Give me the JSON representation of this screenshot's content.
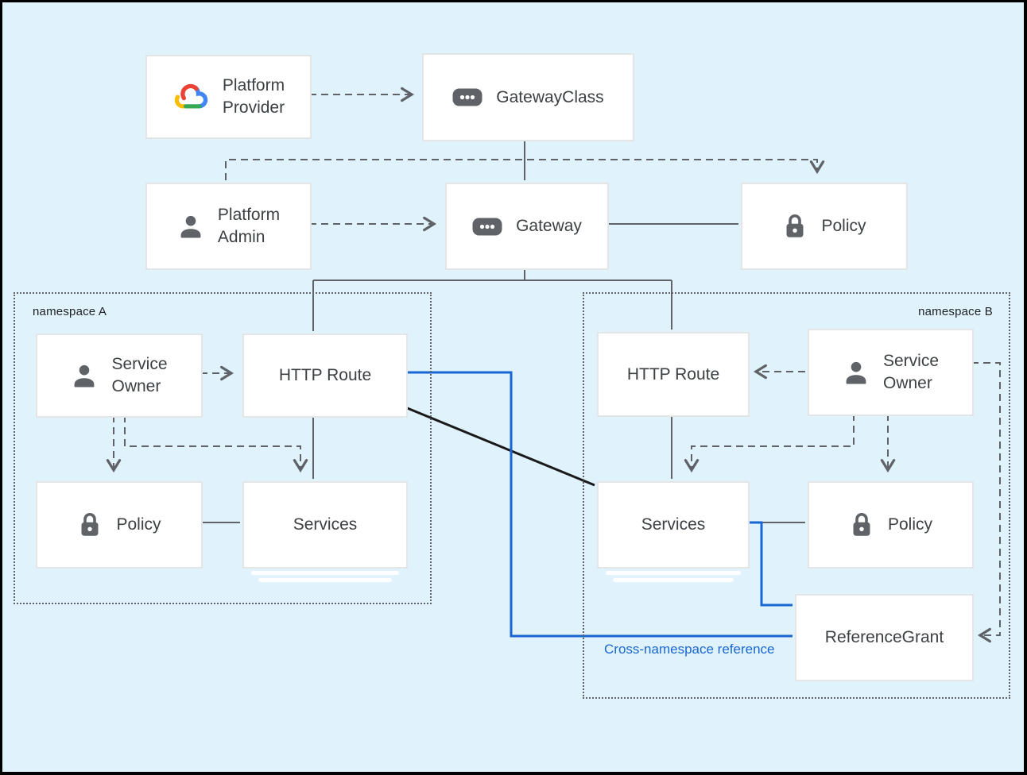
{
  "colors": {
    "background": "#e0f2fc",
    "frame": "#000000",
    "node_fill": "#ffffff",
    "node_border": "#e4e6e6",
    "text": "#3c4043",
    "connector_gray": "#5f6368",
    "connector_black": "#1a1a1a",
    "accent_blue": "#1967d2",
    "icon_gray": "#5f6368",
    "logo_red": "#ea4335",
    "logo_blue": "#4285f4",
    "logo_yellow": "#fbbc05",
    "logo_green": "#34a853"
  },
  "namespaces": {
    "a": {
      "label": "namespace A"
    },
    "b": {
      "label": "namespace B"
    }
  },
  "nodes": {
    "platform_provider": {
      "label": "Platform Provider",
      "icon": "google-cloud-logo"
    },
    "gateway_class": {
      "label": "GatewayClass",
      "icon": "resource-pill"
    },
    "platform_admin": {
      "label": "Platform Admin",
      "icon": "person"
    },
    "gateway": {
      "label": "Gateway",
      "icon": "resource-pill"
    },
    "policy_root": {
      "label": "Policy",
      "icon": "lock"
    },
    "service_owner_a": {
      "label": "Service Owner",
      "icon": "person"
    },
    "http_route_a": {
      "label": "HTTP Route"
    },
    "policy_a": {
      "label": "Policy",
      "icon": "lock"
    },
    "services_a": {
      "label": "Services"
    },
    "http_route_b": {
      "label": "HTTP Route"
    },
    "service_owner_b": {
      "label": "Service Owner",
      "icon": "person"
    },
    "services_b": {
      "label": "Services"
    },
    "policy_b": {
      "label": "Policy",
      "icon": "lock"
    },
    "reference_grant": {
      "label": "ReferenceGrant"
    }
  },
  "annotations": {
    "cross_namespace_reference": "Cross-namespace reference"
  },
  "edges": [
    {
      "from": "platform_provider",
      "to": "gateway_class",
      "style": "dashed-arrow"
    },
    {
      "from": "gateway_class",
      "to": "gateway",
      "style": "solid"
    },
    {
      "from": "platform_admin",
      "to": "gateway",
      "style": "dashed-arrow"
    },
    {
      "from": "platform_admin",
      "to": "policy_root",
      "style": "dashed-arrow"
    },
    {
      "from": "gateway",
      "to": "policy_root",
      "style": "solid"
    },
    {
      "from": "gateway",
      "to": "http_route_a",
      "style": "solid"
    },
    {
      "from": "gateway",
      "to": "http_route_b",
      "style": "solid"
    },
    {
      "from": "service_owner_a",
      "to": "http_route_a",
      "style": "dashed-arrow"
    },
    {
      "from": "service_owner_a",
      "to": "policy_a",
      "style": "dashed-arrow"
    },
    {
      "from": "service_owner_a",
      "to": "services_a",
      "style": "dashed-arrow"
    },
    {
      "from": "http_route_a",
      "to": "services_a",
      "style": "solid"
    },
    {
      "from": "policy_a",
      "to": "services_a",
      "style": "solid"
    },
    {
      "from": "service_owner_b",
      "to": "http_route_b",
      "style": "dashed-arrow"
    },
    {
      "from": "service_owner_b",
      "to": "services_b",
      "style": "dashed-arrow"
    },
    {
      "from": "service_owner_b",
      "to": "policy_b",
      "style": "dashed-arrow"
    },
    {
      "from": "service_owner_b",
      "to": "reference_grant",
      "style": "dashed-arrow"
    },
    {
      "from": "http_route_b",
      "to": "services_b",
      "style": "solid"
    },
    {
      "from": "services_b",
      "to": "policy_b",
      "style": "solid"
    },
    {
      "from": "http_route_a",
      "to": "services_b",
      "style": "solid-black"
    },
    {
      "from": "http_route_a",
      "to": "reference_grant",
      "style": "blue"
    },
    {
      "from": "services_b",
      "to": "reference_grant",
      "style": "blue"
    }
  ]
}
